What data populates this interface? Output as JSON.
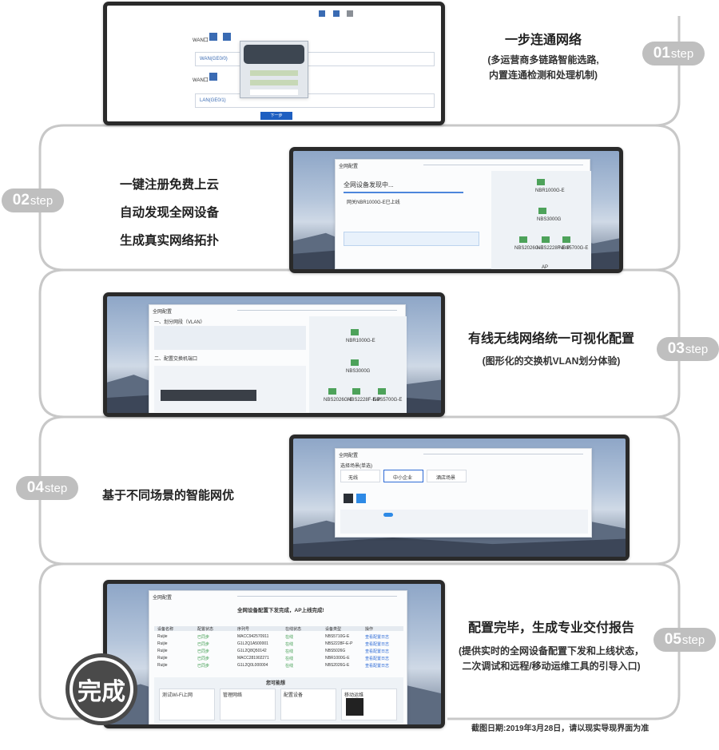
{
  "steps": [
    {
      "num": "01",
      "word": "step",
      "title": "一步连通网络",
      "sub": [
        "(多运营商多链路智能选路,",
        "内置连通检测和处理机制)"
      ]
    },
    {
      "num": "02",
      "word": "step",
      "lines": [
        "一键注册免费上云",
        "自动发现全网设备",
        "生成真实网络拓扑"
      ]
    },
    {
      "num": "03",
      "word": "step",
      "title": "有线无线网络统一可视化配置",
      "sub": [
        "(图形化的交换机VLAN划分体验)"
      ]
    },
    {
      "num": "04",
      "word": "step",
      "title": "基于不同场景的智能网优"
    },
    {
      "num": "05",
      "word": "step",
      "title": "配置完毕，生成专业交付报告",
      "sub": [
        "(提供实时的全网设备配置下发和上线状态，",
        "二次调试和远程/移动运维工具的引导入口)"
      ]
    }
  ],
  "done_badge": "完成",
  "caption": "截图日期:2019年3月28日，请以现实导现界面为准",
  "screens": {
    "s2": {
      "title": "全网设备发现中...",
      "row1": "网关NBR1000G-E已上线",
      "device1": "NBR1000G-E",
      "device2": "NBS3000G",
      "device3a": "NBS2026G-E",
      "device3b": "NBS2228F-E-P",
      "device3c": "NBS5700G-E",
      "device4": "AP"
    },
    "s3": {
      "section1": "一、划分网段（VLAN）",
      "section2": "二、配置交换机端口",
      "node1": "NBR1000G-E",
      "node2": "NBS3000G",
      "node3a": "NBS2026G-E",
      "node3b": "NBS2228F-E-P",
      "node3c": "NBS5700G-E"
    },
    "s4": {
      "heading": "选择场景(单选)",
      "opt1": "无线",
      "opt2": "中小企业",
      "opt3": "酒店场景"
    },
    "s5": {
      "heading": "全网设备配置下发完成，AP上线完成!",
      "table_headers": [
        "设备名称",
        "配置状态",
        "序列号",
        "在线状态",
        "设备类型",
        "操作"
      ],
      "rows": [
        [
          "Ruijie",
          "已同步",
          "MACC942570911",
          "在线",
          "NBS5710G-E",
          "查看配置日志"
        ],
        [
          "Ruijie",
          "已同步",
          "G1L2Q1A500001",
          "在线",
          "NBS2228F-E-P",
          "查看配置日志"
        ],
        [
          "Ruijie",
          "已同步",
          "G1L2Q8Q50142",
          "在线",
          "NBS5026G",
          "查看配置日志"
        ],
        [
          "Ruijie",
          "已同步",
          "MACC281902271",
          "在线",
          "NBR1000G-E",
          "查看配置日志"
        ],
        [
          "Ruijie",
          "已同步",
          "G1L2Q0L000004",
          "在线",
          "NBS2026G-E",
          "查看配置日志"
        ]
      ],
      "next_title": "您可能想",
      "cards": [
        "测试Wi-Fi上网",
        "管理网络",
        "配置设备",
        "移动运维"
      ]
    }
  },
  "colors": {
    "pill": "#bfbfbf",
    "snake": "#c8c8c8",
    "frame": "#2a2a2a",
    "accent": "#1e5fc1"
  }
}
